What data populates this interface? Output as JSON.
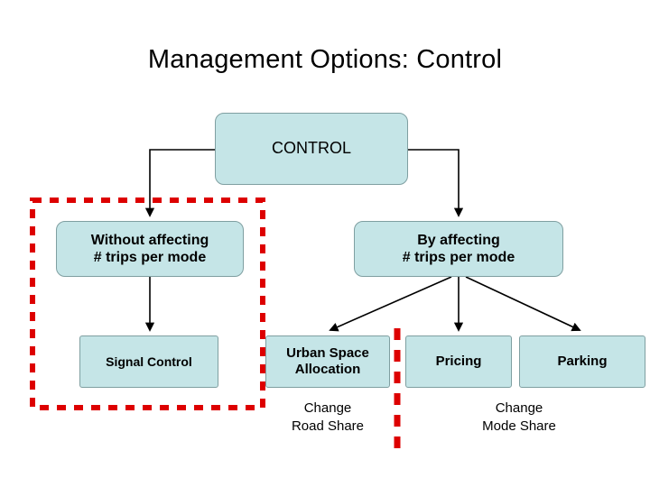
{
  "slide": {
    "title": "Management Options: Control",
    "background_color": "#ffffff"
  },
  "colors": {
    "node_fill": "#c5e5e7",
    "node_border": "#7f9fa1",
    "connector": "#000000",
    "dashed_group": "#dd0000",
    "text": "#000000"
  },
  "nodes": {
    "control": {
      "label": "CONTROL"
    },
    "without_affecting": {
      "line1": "Without affecting",
      "line2": "# trips per mode"
    },
    "by_affecting": {
      "line1": "By affecting",
      "line2": "# trips per mode"
    },
    "signal_control": {
      "label": "Signal Control"
    },
    "urban_space": {
      "line1": "Urban Space",
      "line2": "Allocation"
    },
    "pricing": {
      "label": "Pricing"
    },
    "parking": {
      "label": "Parking"
    }
  },
  "captions": {
    "change_road_share": {
      "line1": "Change",
      "line2": "Road Share"
    },
    "change_mode_share": {
      "line1": "Change",
      "line2": "Mode Share"
    }
  }
}
